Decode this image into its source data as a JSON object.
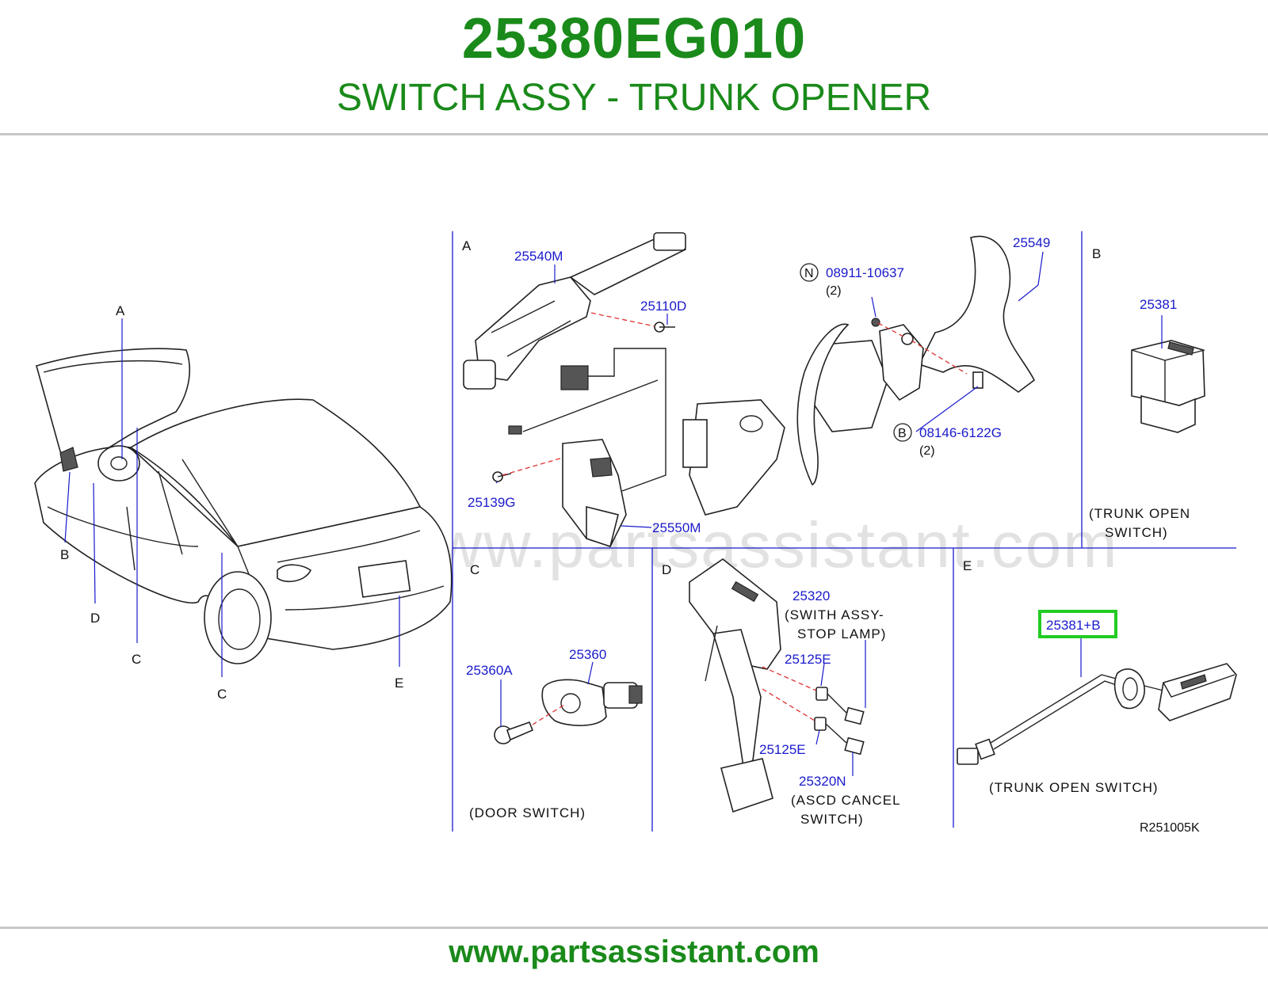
{
  "header": {
    "part_number": "25380EG010",
    "description": "SWITCH ASSY - TRUNK OPENER"
  },
  "footer": {
    "url": "www.partsassistant.com"
  },
  "watermark": "www.partsassistant.com",
  "overview_labels": {
    "a": "A",
    "b": "B",
    "c1": "C",
    "c2": "C",
    "d": "D",
    "e": "E"
  },
  "panels": {
    "a": {
      "letter": "A",
      "parts": [
        "25540M",
        "25110D",
        "25139G",
        "25550M",
        "08911-10637",
        "08146-6122G",
        "25549"
      ],
      "qty_n": "(2)",
      "qty_b": "(2)",
      "marker_n": "N",
      "marker_b": "B"
    },
    "b": {
      "letter": "B",
      "part": "25381",
      "caption1": "(TRUNK  OPEN",
      "caption2": "SWITCH)"
    },
    "c": {
      "letter": "C",
      "part1": "25360A",
      "part2": "25360",
      "caption": "(DOOR  SWITCH)"
    },
    "d": {
      "letter": "D",
      "part1": "25320",
      "note1a": "(SWITH  ASSY-",
      "note1b": "STOP  LAMP)",
      "part2": "25125E",
      "part3": "25125E",
      "part4": "25320N",
      "note4a": "(ASCD  CANCEL",
      "note4b": "SWITCH)"
    },
    "e": {
      "letter": "E",
      "part": "25381+B",
      "caption": "(TRUNK  OPEN  SWITCH)",
      "ref": "R251005K",
      "highlight_color": "#22cc22"
    }
  },
  "colors": {
    "brand_green": "#1a8a1a",
    "part_blue": "#1a1acc"
  }
}
